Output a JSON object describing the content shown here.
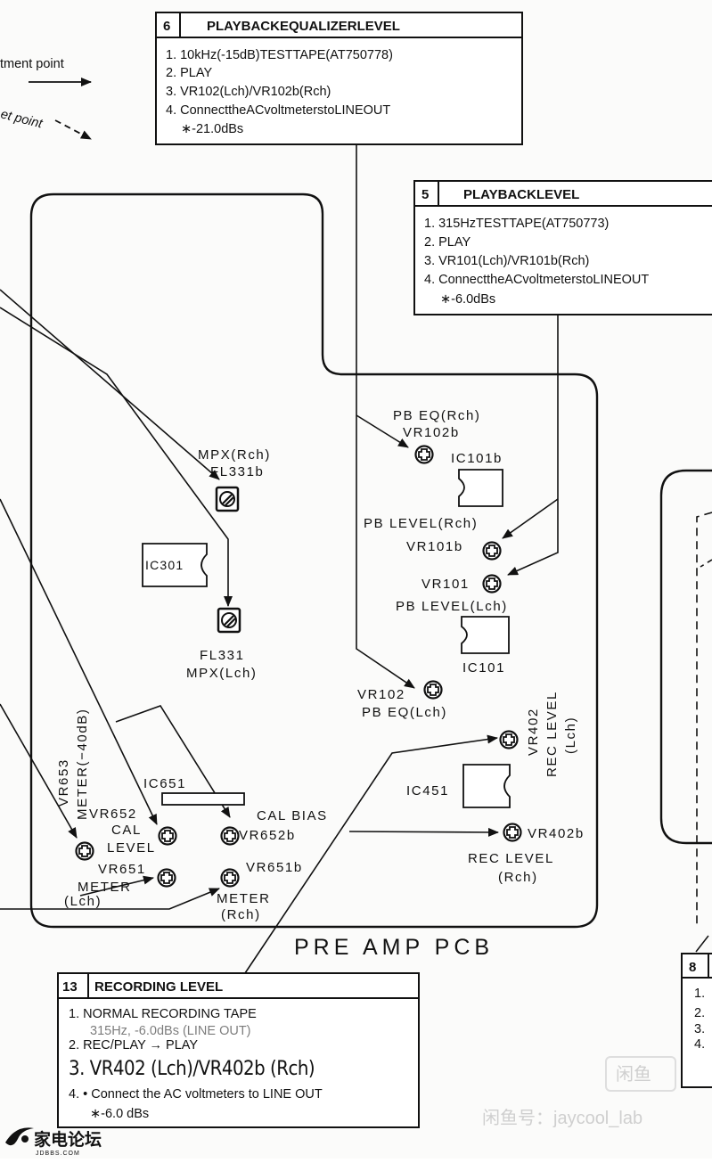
{
  "legend": {
    "solid_text": "tment point",
    "dashed_text": "et point"
  },
  "box6": {
    "number": "6",
    "title": "PLAYBACKEQUALIZERLEVEL",
    "lines": [
      "1. 10kHz(-15dB)TESTTAPE(AT750778)",
      "2. PLAY",
      "3. VR102(Lch)/VR102b(Rch)",
      "4. ConnecttheACvoltmeterstoLINEOUT"
    ],
    "value": "∗-21.0dBs"
  },
  "box5": {
    "number": "5",
    "title": "PLAYBACKLEVEL",
    "lines": [
      "1. 315HzTESTTAPE(AT750773)",
      "2. PLAY",
      "3. VR101(Lch)/VR101b(Rch)",
      "4. ConnecttheACvoltmeterstoLINEOUT"
    ],
    "value": "∗-6.0dBs"
  },
  "box13": {
    "number": "13",
    "title": "RECORDING LEVEL",
    "line1": "1. NORMAL RECORDING TAPE",
    "line1b": "315Hz, -6.0dBs (LINE OUT)",
    "line2": "2. REC/PLAY → PLAY",
    "line3": "3. VR402 (Lch)/VR402b (Rch)",
    "line4": "4. • Connect the AC voltmeters to LINE OUT",
    "value": "∗-6.0 dBs"
  },
  "box8": {
    "number": "8",
    "items": [
      "1.",
      "2.",
      "3.",
      "4."
    ]
  },
  "pcb": {
    "title": "PRE AMP PCB",
    "labels": {
      "pb_eq_rch": "PB EQ(Rch)",
      "vr102b": "VR102b",
      "ic101b": "IC101b",
      "pb_level_rch": "PB LEVEL(Rch)",
      "vr101b": "VR101b",
      "vr101": "VR101",
      "pb_level_lch": "PB LEVEL(Lch)",
      "ic101": "IC101",
      "vr102": "VR102",
      "pb_eq_lch": "PB EQ(Lch)",
      "mpx_rch": "MPX(Rch)",
      "fl331b": "FL331b",
      "ic301": "IC301",
      "fl331": "FL331",
      "mpx_lch": "MPX(Lch)",
      "vr653": "VR653",
      "meter_40db": "METER(−40dB)",
      "vr652": "VR652",
      "cal": "CAL",
      "level": "LEVEL",
      "ic651": "IC651",
      "cal_bias": "CAL BIAS",
      "vr652b": "VR652b",
      "vr651": "VR651",
      "meter_l": "METER",
      "lch": "(Lch)",
      "vr651b": "VR651b",
      "meter_r": "METER",
      "rch": "(Rch)",
      "vr402": "VR402",
      "rec_level_v": "REC LEVEL",
      "lch_v": "(Lch)",
      "ic451": "IC451",
      "vr402b": "VR402b",
      "rec_level": "REC LEVEL",
      "rch2": "(Rch)"
    }
  },
  "watermark": {
    "badge": "闲鱼",
    "text": "闲鱼号：jaycool_lab"
  },
  "logo": {
    "cn": "家电论坛",
    "url": "JDBBS.COM"
  }
}
